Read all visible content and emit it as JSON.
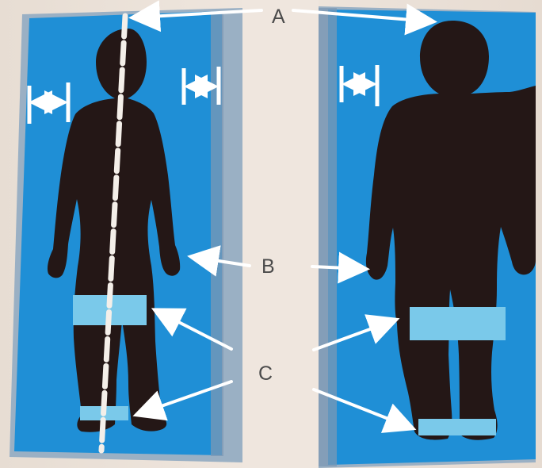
{
  "labels": {
    "a": "A",
    "b": "B",
    "c": "C"
  },
  "colors": {
    "scan_background": "#1f8fd6",
    "scan_edge": "#8ca6bf",
    "silhouette": "#241716",
    "thigh_band": "#7ac9ea",
    "ankle_band": "#7ac9ea",
    "arrows": "#ffffff",
    "center_strip": "#efe6de"
  },
  "icons": {
    "left_width_marker": "double-headed-arrow",
    "right_width_marker": "double-headed-arrow"
  }
}
